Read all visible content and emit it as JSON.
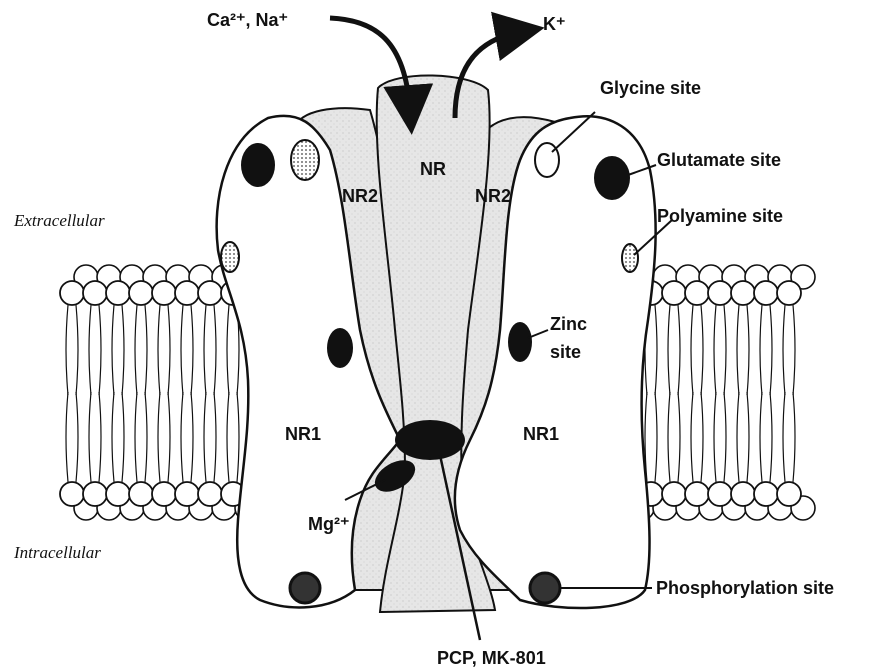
{
  "labels": {
    "ca_na": "Ca²⁺, Na⁺",
    "k": "K⁺",
    "glycine_site": "Glycine site",
    "glutamate_site": "Glutamate site",
    "polyamine_site": "Polyamine site",
    "zinc_site_line1": "Zinc",
    "zinc_site_line2": "site",
    "phosphorylation_site": "Phosphorylation site",
    "pcp_mk801": "PCP, MK-801",
    "mg": "Mg²⁺",
    "extracellular": "Extracellular",
    "intracellular": "Intracellular",
    "nr1_left": "NR1",
    "nr1_right": "NR1",
    "nr2_left": "NR2",
    "nr2_right": "NR2",
    "nr_center": "NR"
  },
  "colors": {
    "ink": "#111111",
    "subunit_fill": "#e4e4e4",
    "nr1_fill": "#ffffff"
  }
}
